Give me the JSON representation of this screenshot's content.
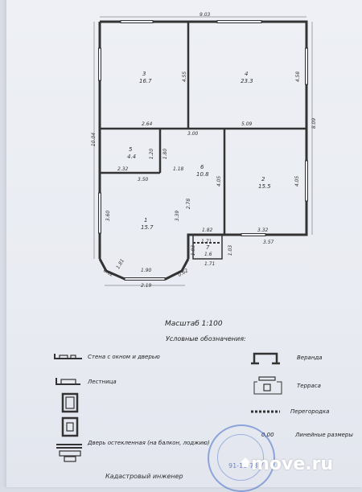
{
  "rooms": [
    {
      "number": "1",
      "area": "15.7"
    },
    {
      "number": "2",
      "area": "15.5"
    },
    {
      "number": "3",
      "area": "16.7"
    },
    {
      "number": "4",
      "area": "23.3"
    },
    {
      "number": "5",
      "area": "4.4"
    },
    {
      "number": "6",
      "area": "10.8"
    },
    {
      "number": "7",
      "area": "1.6"
    }
  ],
  "dimensions": {
    "top": "9.03",
    "right": "8.09",
    "left": "10.04",
    "room3_h": "4.55",
    "room4_h": "4.58",
    "mid_264": "2.64",
    "mid_300": "3.00",
    "mid_509": "5.09",
    "r5_120": "1.20",
    "r5_232": "2.32",
    "r5_180": "1.80",
    "r6_118": "1.18",
    "r6_350": "3.50",
    "r6_278": "2.78",
    "r6_405": "4.05",
    "r2_405": "4.05",
    "r1_360": "3.60",
    "r1_339": "3.39",
    "r7_182": "1.82",
    "r7_171": "1.71",
    "r7_103": "1.03",
    "r7_171b": "1.71",
    "r7_103b": "1.03",
    "r2_332": "3.32",
    "r2_357": "3.57",
    "bay_181": "1.81",
    "bay_190": "1.90",
    "bay_219": "2.19",
    "bay_062a": "0.62",
    "bay_062b": "0.62"
  },
  "scale_label": "Масштаб 1:100",
  "legend": {
    "title": "Условные обозначения:",
    "items": [
      {
        "label": "Стена с окном и дверью"
      },
      {
        "label": "Веранда"
      },
      {
        "label": "Лестница"
      },
      {
        "label": "Терраса"
      },
      {
        "label": "Перегородка"
      },
      {
        "label": "0,00"
      },
      {
        "label": "Линейные размеры"
      },
      {
        "label": "Дверь остекленная (на балкон, лоджию)"
      }
    ]
  },
  "footer": {
    "engineer": "Кадастровый инженер"
  },
  "stamp": {
    "text": "91-10-73"
  },
  "watermark": {
    "text": "move.ru"
  }
}
